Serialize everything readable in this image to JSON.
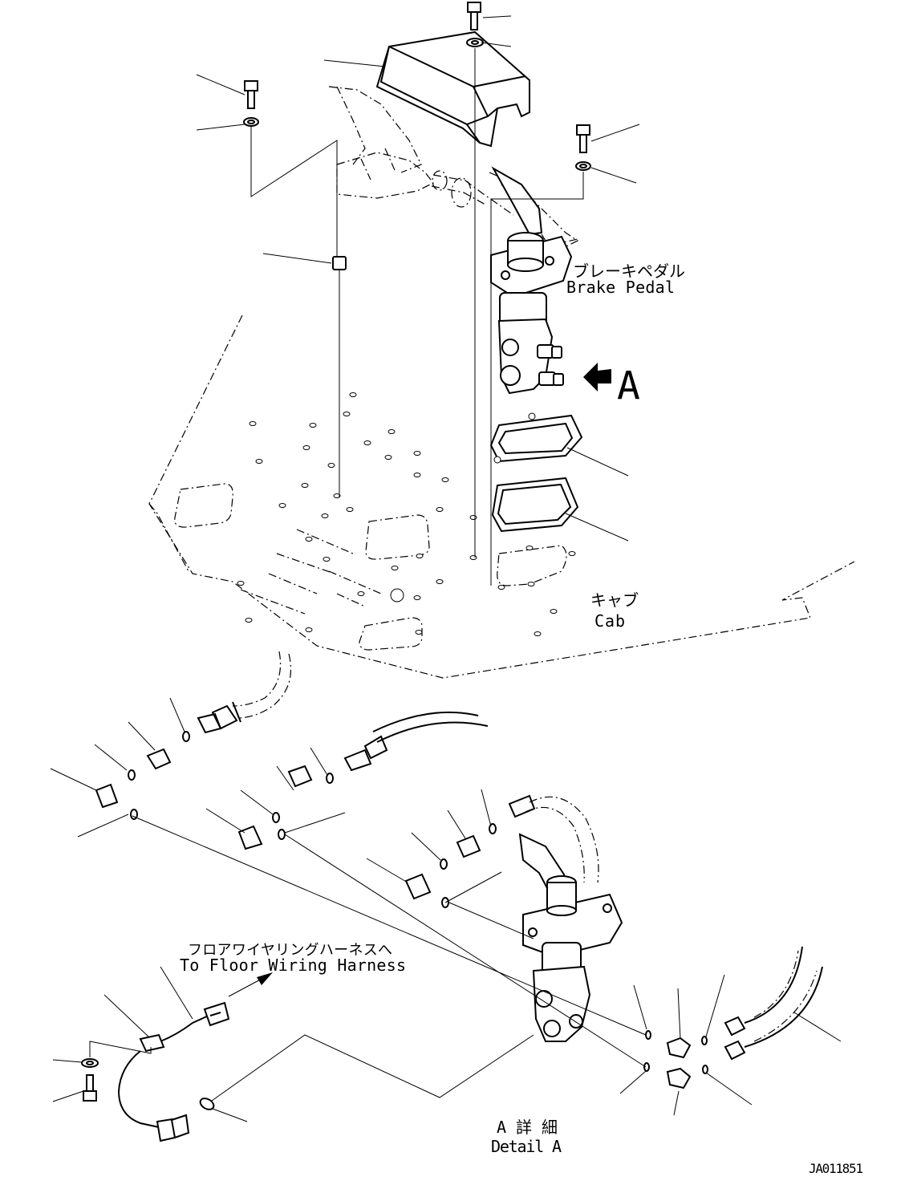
{
  "labels": {
    "brake_pedal_jp": "ブレーキペダル",
    "brake_pedal_en": "Brake Pedal",
    "arrow_letter": "A",
    "cab_jp": "キャブ",
    "cab_en": "Cab",
    "harness_jp": "フロアワイヤリングハーネスへ",
    "harness_en": "To Floor Wiring Harness",
    "detail_jp": "A 詳 細",
    "detail_en": "Detail A",
    "drawing_id": "JA011851"
  }
}
